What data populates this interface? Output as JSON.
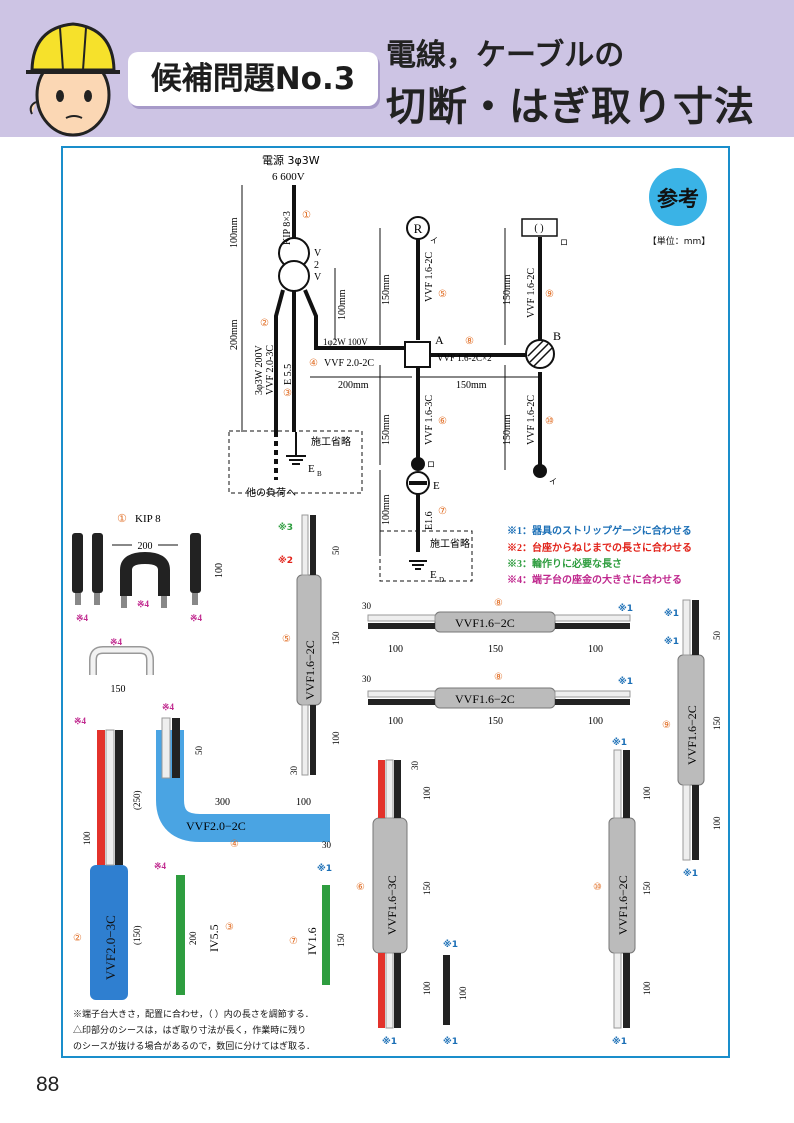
{
  "header": {
    "tag": "候補問題No.3",
    "title_line1": "電線，ケーブルの",
    "title_line2": "切断・はぎ取り寸法"
  },
  "badge": {
    "label": "参考",
    "unit": "【単位：mm】"
  },
  "diagram": {
    "power_source": "電源 3φ3W",
    "voltage": "6 600V",
    "kip_label": "KIP 8×3",
    "dim_100mm": "100mm",
    "dim_200mm": "200mm",
    "dim_150mm": "150mm",
    "transformer_v": "V",
    "transformer_2": "2",
    "phase_3_label": "3φ3W 200V",
    "vvf20_3c": "VVF 2.0-3C",
    "e55": "E 5.5",
    "one_phase_label": "1φ2W 100V",
    "vvf20_2c": "VVF 2.0-2C",
    "vvf16_2c_x2": "VVF 1.6-2C×2",
    "vvf16_2c": "VVF 1.6-2C",
    "vvf16_3c": "VVF 1.6-3C",
    "e16": "E1.6",
    "label_R": "R",
    "label_i": "イ",
    "label_ro": "ロ",
    "label_A": "A",
    "label_B": "B",
    "label_E": "E",
    "paren_box": "( )",
    "eb": "E",
    "eb_sub": "B",
    "ed": "E",
    "ed_sub": "D",
    "sekou": "施工省略",
    "other_load": "他の負荷へ",
    "dim_200mm_b": "200mm",
    "dim_150mm_b": "150mm"
  },
  "markers": [
    "①",
    "②",
    "③",
    "④",
    "⑤",
    "⑥",
    "⑦",
    "⑧",
    "⑨",
    "⑩"
  ],
  "notes": [
    {
      "text": "※1：器具のストリップゲージに合わせる",
      "color": "#1b6fb6"
    },
    {
      "text": "※2：台座からねじまでの長さに合わせる",
      "color": "#e2231a"
    },
    {
      "text": "※3：輪作りに必要な長さ",
      "color": "#2e9d3f"
    },
    {
      "text": "※4：端子台の座金の大きさに合わせる",
      "color": "#c0288e"
    }
  ],
  "cables": {
    "kip_title": "KIP 8",
    "kip_200": "200",
    "kip_100": "100",
    "kip_150": "150",
    "s1": "※1",
    "s2": "※2",
    "s3": "※3",
    "s4": "※4",
    "vvf16_2c": "VVF1.6−2C",
    "vvf16_3c": "VVF1.6−3C",
    "vvf20_2c": "VVF2.0−2C",
    "vvf20_3c": "VVF2.0−3C",
    "iv55": "IV5.5",
    "iv16": "IV1.6",
    "d30": "30",
    "d50": "50",
    "d100": "100",
    "d150": "150",
    "d200": "200",
    "d300": "300",
    "d250": "(250)",
    "d150p": "(150)"
  },
  "footnote": [
    "※端子台大きさ，配置に合わせ，（ ）内の長さを調節する．",
    "△印部分のシースは，はぎ取り寸法が長く，作業時に残り",
    "のシースが抜ける場合があるので，数回に分けてはぎ取る．"
  ],
  "page_number": "88"
}
